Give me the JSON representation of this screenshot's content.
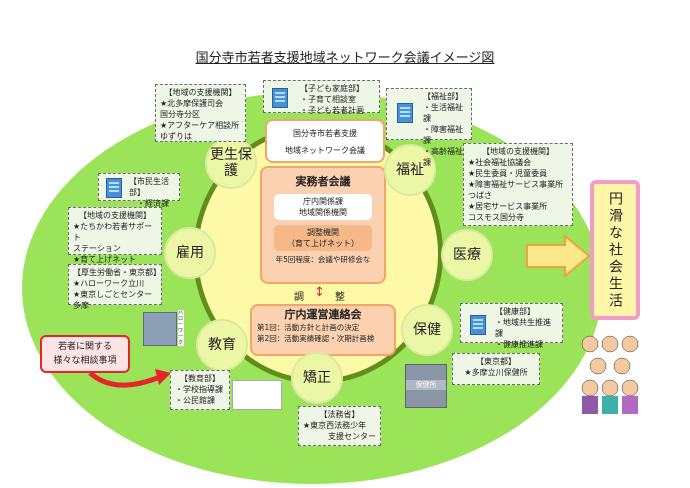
{
  "title": "国分寺市若者支援地域ネットワーク会議イメージ図",
  "center": {
    "network": [
      "国分寺市若者支援",
      "地域ネットワーク会議"
    ],
    "jitsumu": {
      "title": "実務者会議",
      "inner": [
        "庁内関係課",
        "地域関係機関"
      ],
      "coord": [
        "調整機関",
        "（育て上げネット）"
      ],
      "note": "年5回程度：会議や研修会な"
    },
    "adjust": [
      "調",
      "整"
    ],
    "renraku": {
      "title": "庁内運営連絡会",
      "lines": [
        "第1回：活動方針と計画の決定",
        "第2回：活動実績確認・次期計画検"
      ]
    }
  },
  "fields": {
    "kosei": "更生保護",
    "fukushi": "福祉",
    "koyo": "雇用",
    "iryo": "医療",
    "kyoiku": "教育",
    "hoken": "保健",
    "kyosei": "矯正"
  },
  "boxes": {
    "kodomo": {
      "head": "【子ども家庭部】",
      "items": [
        "・子育て相談室",
        "・子ども若者計画"
      ]
    },
    "support_top": {
      "head": "【地域の支援機関】",
      "items": [
        "★北多摩保護司会",
        "国分寺分区",
        "★アフターケア相談所",
        "ゆずりは"
      ]
    },
    "fukushibu": {
      "head": "【福祉部】",
      "items": [
        "・生活福祉課",
        "・障害福祉課",
        "・高齢福祉課"
      ]
    },
    "support_right": {
      "head": "【地域の支援機関】",
      "items": [
        "★社会福祉協議会",
        "★民生委員・児童委員",
        "★障害福祉サービス事業所",
        "つばさ",
        "★居宅サービス事業所",
        "コスモス国分寺"
      ]
    },
    "shimin": {
      "head": "【市民生活部】",
      "items": [
        "・経済課"
      ]
    },
    "support_left": {
      "head": "【地域の支援機関】",
      "items": [
        "★たちかわ若者サポート",
        "ステーション",
        "★育て上げネット"
      ]
    },
    "kosei_rodo": {
      "head": "【厚生労働省・東京都】",
      "items": [
        "★ハローワーク立川",
        "★東京しごとセンター多摩"
      ]
    },
    "kyoikubu": {
      "head": "【教育部】",
      "items": [
        "・学校指導課",
        "・公民館課"
      ]
    },
    "homusho": {
      "head": "【法務省】",
      "items": [
        "★東京西法務少年",
        "支援センター"
      ]
    },
    "tokyo": {
      "head": "【東京都】",
      "items": [
        "★多摩立川保健所"
      ]
    },
    "kenko": {
      "head": "【健康部】",
      "items": [
        "・地域共生推進課",
        "・健康推進課"
      ]
    }
  },
  "hellowork_sign": "ハローワーク",
  "hokenjo_sign": "保健所",
  "consult": [
    "若者に関する",
    "様々な相談事項"
  ],
  "goal": "円滑な社会生活",
  "colors": {
    "outer": "#9be45a",
    "inner": "#fdf9a6",
    "ring": "#5f8f1a",
    "consult": "#e4262a",
    "goal_border": "#f29cc6"
  }
}
